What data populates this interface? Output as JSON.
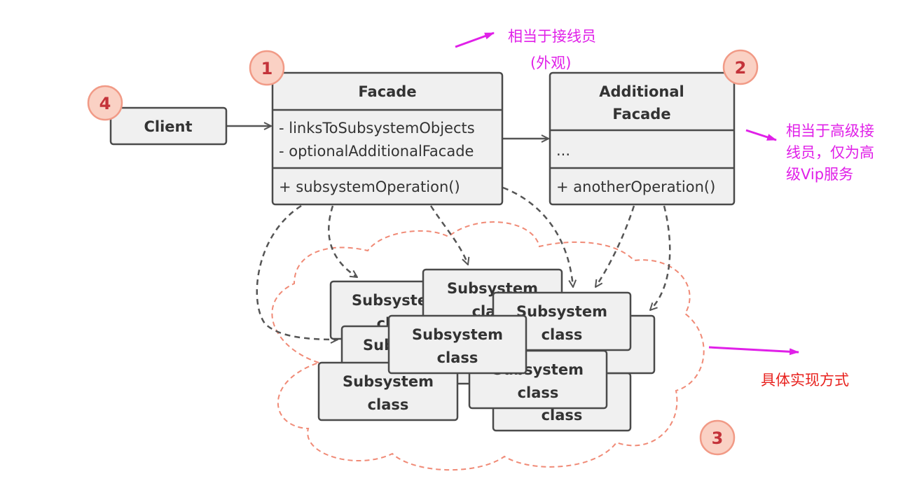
{
  "colors": {
    "box_fill": "#f0f0f0",
    "box_stroke": "#4a4a4a",
    "badge_fill": "#fad1c4",
    "badge_stroke": "#f19a86",
    "badge_text": "#c4333a",
    "cloud_stroke": "#f08a76",
    "arrow": "#555555",
    "annotation_magenta": "#e020e8",
    "annotation_red": "#e8211d"
  },
  "badges": {
    "facade": "1",
    "additional_facade": "2",
    "subsystems": "3",
    "client": "4"
  },
  "client": {
    "title": "Client"
  },
  "facade": {
    "title": "Facade",
    "fields": [
      "- linksToSubsystemObjects",
      "- optionalAdditionalFacade"
    ],
    "methods": [
      "+ subsystemOperation()"
    ]
  },
  "additional_facade": {
    "title_lines": [
      "Additional",
      "Facade"
    ],
    "fields": [
      "..."
    ],
    "methods": [
      "+ anotherOperation()"
    ]
  },
  "subsystem": {
    "line1": "Subsystem",
    "line2": "class"
  },
  "annotations": {
    "facade_note_line1": "相当于接线员",
    "facade_note_line2": "(外观)",
    "additional_note_line1": "相当于高级接",
    "additional_note_line2": "线员，仅为高",
    "additional_note_line3": "级Vip服务",
    "subsystem_note": "具体实现方式"
  }
}
